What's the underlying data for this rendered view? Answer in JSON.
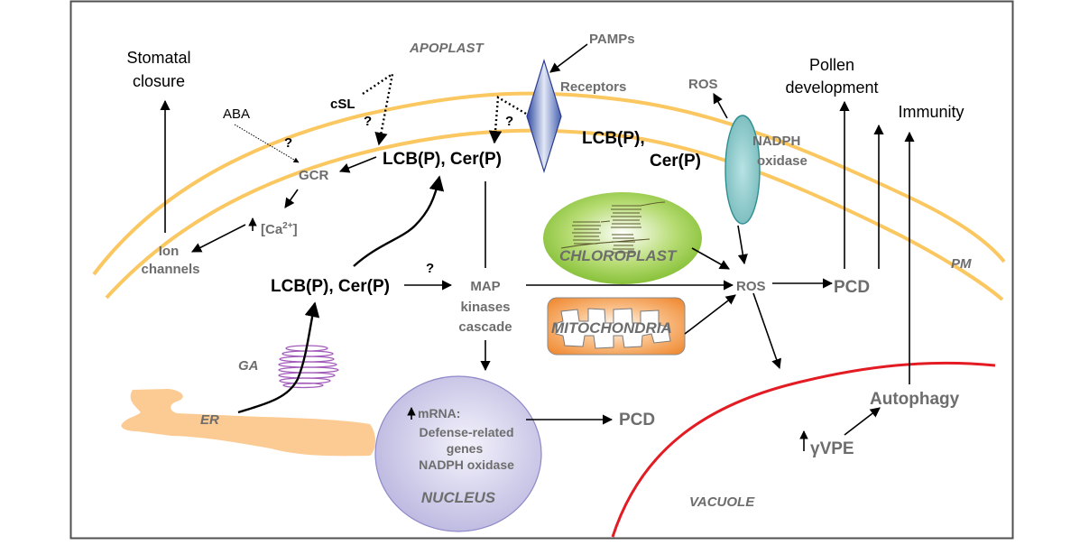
{
  "colors": {
    "membrane": "#fbc760",
    "vacuole_membrane": "#e31b23",
    "er": "#fbcb93",
    "golgi": "#a25cba",
    "nucleus": "#c9c6e6",
    "chloroplast": "#8cc63f",
    "mitochondria": "#f29a4a",
    "nadph_oxidase": "#7fc3c4",
    "receptor": "#3d57a8",
    "label_grey": "#6d6d6d"
  },
  "compartments": {
    "apoplast": "APOPLAST",
    "pm": "PM",
    "chloroplast": "CHLOROPLAST",
    "mitochondria": "MITOCHONDRIA",
    "nucleus": "NUCLEUS",
    "vacuole": "VACUOLE",
    "ga": "GA",
    "er": "ER"
  },
  "outcomes": {
    "stomatal_closure": [
      "Stomatal",
      "closure"
    ],
    "pollen_development": [
      "Pollen",
      "development"
    ],
    "immunity": "Immunity"
  },
  "signals": {
    "aba": "ABA",
    "csl": "cSL",
    "pamps": "PAMPs",
    "receptors": "Receptors",
    "ros_top": "ROS",
    "nadph_oxidase": [
      "NADPH",
      "oxidase"
    ],
    "gcr": "GCR",
    "calcium_prefix": "[Ca",
    "calcium_sup": "2+",
    "calcium_suffix": "]",
    "ion_channels": [
      "Ion",
      "channels"
    ],
    "lcb_cer_pm": "LCB(P), Cer(P)",
    "lcb_apoplast": [
      "LCB(P),",
      "Cer(P)"
    ],
    "lcb_cytosol": "LCB(P), Cer(P)",
    "map_kinases": [
      "MAP",
      "kinases",
      "cascade"
    ],
    "ros_center": "ROS",
    "pcd_right": "PCD",
    "pcd_nucleus": "PCD",
    "autophagy": "Autophagy",
    "gamma_vpe": "γVPE",
    "question": "?"
  },
  "nucleus_text": {
    "mrna": "mRNA:",
    "line1": "Defense-related",
    "line2": "genes",
    "line3": "NADPH oxidase"
  }
}
